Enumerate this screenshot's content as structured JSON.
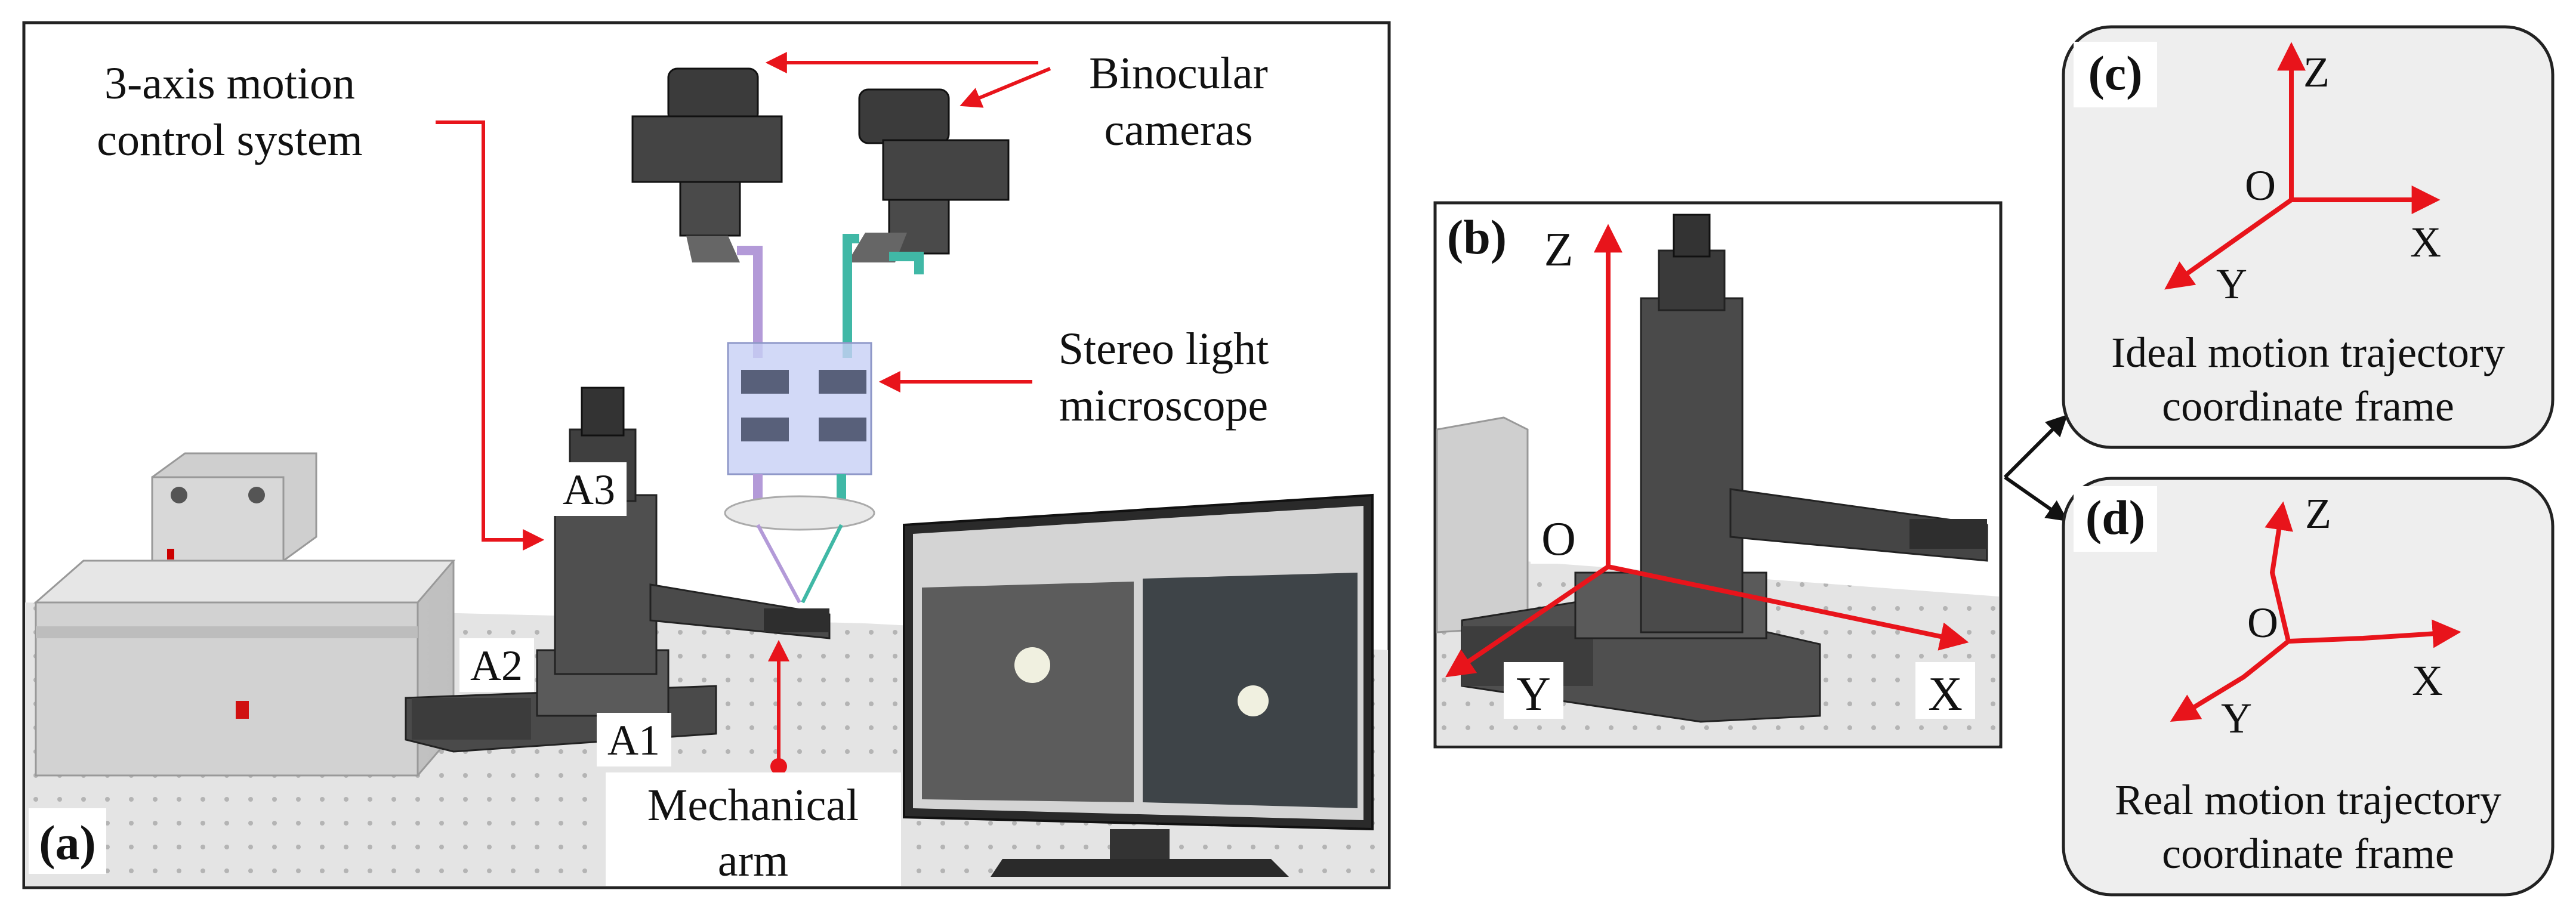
{
  "panel_a": {
    "tag": "(a)",
    "motion_label_1": "3-axis motion",
    "motion_label_2": "control system",
    "cameras_label_1": "Binocular",
    "cameras_label_2": "cameras",
    "microscope_label_1": "Stereo light",
    "microscope_label_2": "microscope",
    "arm_label_1": "Mechanical",
    "arm_label_2": "arm",
    "axis_a1": "A1",
    "axis_a2": "A2",
    "axis_a3": "A3"
  },
  "panel_b": {
    "tag": "(b)",
    "axis_z": "Z",
    "axis_o": "O",
    "axis_y": "Y",
    "axis_x": "X"
  },
  "panel_c": {
    "tag": "(c)",
    "axis_z": "Z",
    "axis_o": "O",
    "axis_y": "Y",
    "axis_x": "X",
    "caption_1": "Ideal motion trajectory",
    "caption_2": "coordinate frame"
  },
  "panel_d": {
    "tag": "(d)",
    "axis_z": "Z",
    "axis_o": "O",
    "axis_y": "Y",
    "axis_x": "X",
    "caption_1": "Real motion trajectory",
    "caption_2": "coordinate frame"
  },
  "colors": {
    "annotation_red": "#e8141b",
    "frame_bg": "#eeeeee"
  }
}
